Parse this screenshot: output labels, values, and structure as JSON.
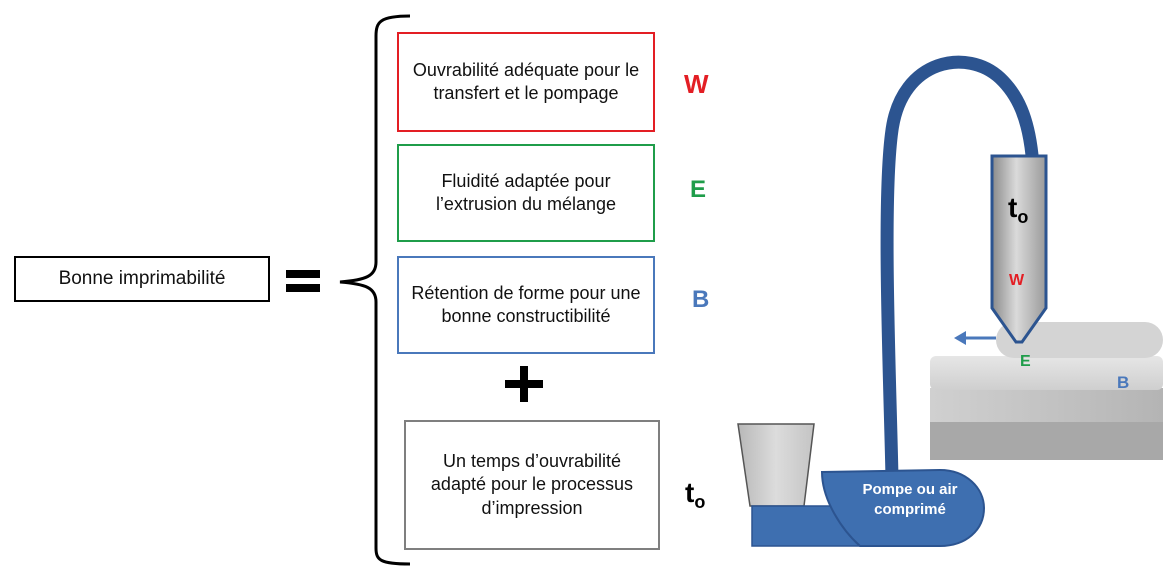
{
  "left_label": "Bonne imprimabilité",
  "colors": {
    "red": "#e31e24",
    "green": "#1f9d4a",
    "blue": "#4a78bb",
    "gray_border": "#7f7f7f",
    "pump_blue": "#3e6fb0",
    "hose": "#2c5490"
  },
  "criteria": [
    {
      "text": "Ouvrabilité adéquate pour le transfert et le pompage",
      "letter": "W"
    },
    {
      "text": "Fluidité adaptée pour l’extrusion du mélange",
      "letter": "E"
    },
    {
      "text": "Rétention de forme pour une bonne constructibilité",
      "letter": "B"
    }
  ],
  "time_box": {
    "text": "Un temps d’ouvrabilité adapté pour le processus d’impression",
    "symbol_main": "t",
    "symbol_sub": "o"
  },
  "illustration": {
    "pump_label": "Pompe ou air comprimé",
    "nozzle_symbol_main": "t",
    "nozzle_symbol_sub": "o",
    "nozzle_letter": "W",
    "extrusion_letter": "E",
    "layer_letter": "B"
  }
}
